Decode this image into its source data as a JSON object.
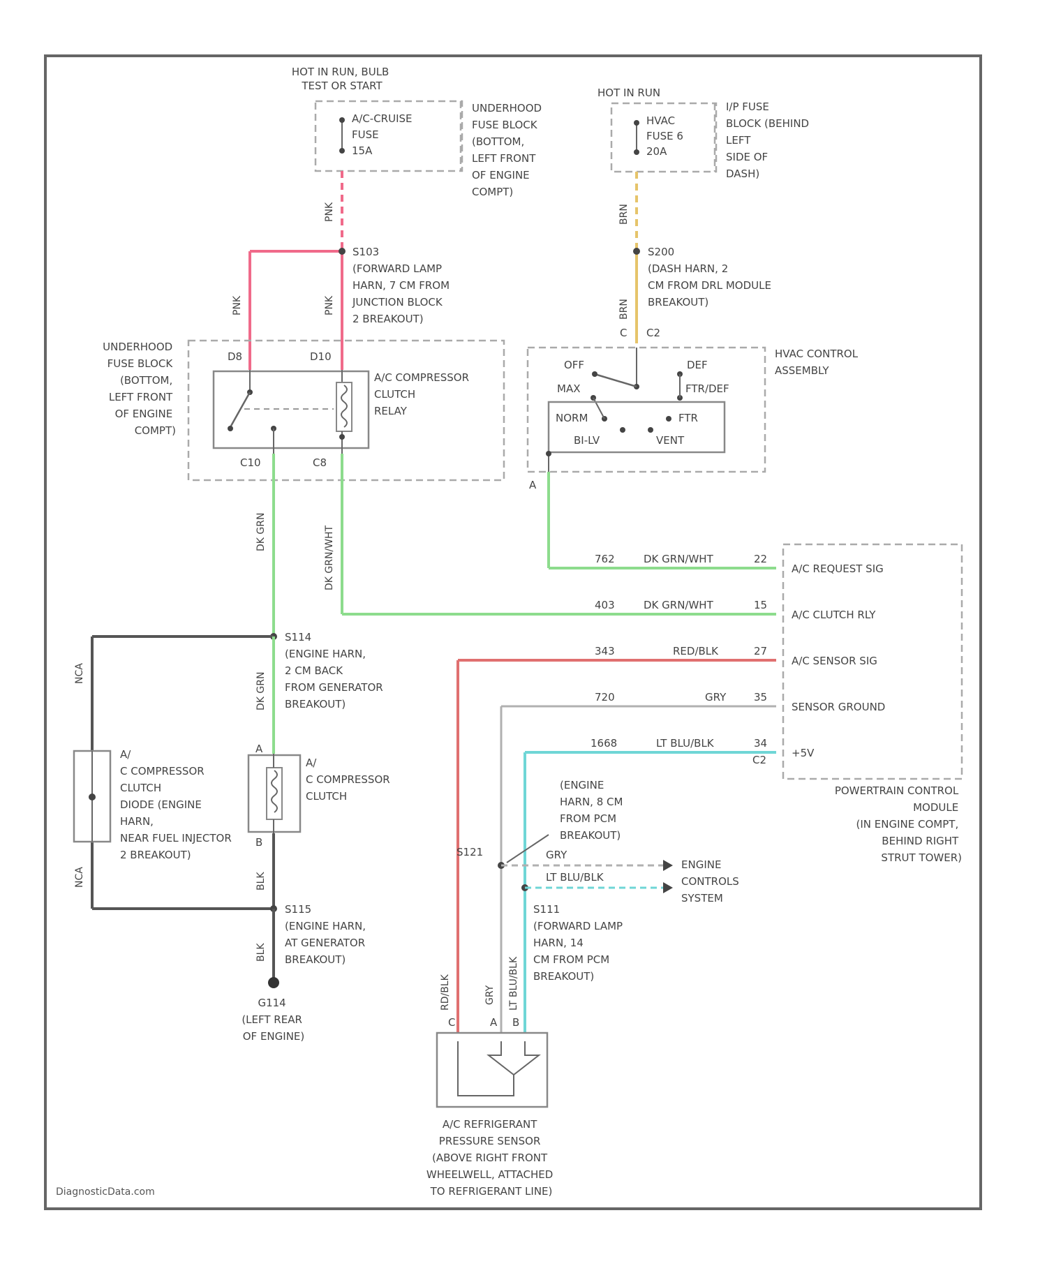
{
  "footer": "DiagnosticData.com",
  "power": {
    "left_header": [
      "HOT IN RUN, BULB",
      "TEST OR START"
    ],
    "left_fuse": [
      "A/C-CRUISE",
      "FUSE",
      "15A"
    ],
    "left_fuse_location": [
      "UNDERHOOD",
      "FUSE BLOCK",
      "(BOTTOM,",
      "LEFT FRONT",
      "OF ENGINE",
      "COMPT)"
    ],
    "right_header": "HOT IN RUN",
    "right_fuse": [
      "HVAC",
      "FUSE 6",
      "20A"
    ],
    "right_fuse_location": [
      "I/P FUSE",
      "BLOCK (BEHIND",
      "LEFT",
      "SIDE OF",
      "DASH)"
    ]
  },
  "splices": {
    "s103": [
      "S103",
      "(FORWARD LAMP",
      "HARN, 7 CM FROM",
      "JUNCTION BLOCK",
      "2 BREAKOUT)"
    ],
    "s200": [
      "S200",
      "(DASH HARN, 2",
      "CM FROM DRL MODULE",
      "BREAKOUT)"
    ],
    "s114": [
      "S114",
      "(ENGINE HARN,",
      "2 CM BACK",
      "FROM GENERATOR",
      "BREAKOUT)"
    ],
    "s115": [
      "S115",
      "(ENGINE HARN,",
      "AT GENERATOR",
      "BREAKOUT)"
    ],
    "s121": "S121",
    "s121_desc": [
      "(ENGINE",
      "HARN, 8 CM",
      "FROM PCM",
      "BREAKOUT)"
    ],
    "s111": [
      "S111",
      "(FORWARD LAMP",
      "HARN, 14",
      "CM FROM PCM",
      "BREAKOUT)"
    ]
  },
  "relay": {
    "location": [
      "UNDERHOOD",
      "FUSE BLOCK",
      "(BOTTOM,",
      "LEFT FRONT",
      "OF ENGINE",
      "COMPT)"
    ],
    "label": [
      "A/C COMPRESSOR",
      "CLUTCH",
      "RELAY"
    ],
    "pins": {
      "d8": "D8",
      "d10": "D10",
      "c10": "C10",
      "c8": "C8"
    }
  },
  "hvac": {
    "label": [
      "HVAC CONTROL",
      "ASSEMBLY"
    ],
    "modes": {
      "off": "OFF",
      "def": "DEF",
      "max": "MAX",
      "ftr_def": "FTR/DEF",
      "norm": "NORM",
      "ftr": "FTR",
      "bi_lv": "BI-LV",
      "vent": "VENT"
    },
    "connector": "C2",
    "pin_top": "C",
    "pin_bottom": "A"
  },
  "wires": {
    "pnk_1": "PNK",
    "pnk_2": "PNK",
    "pnk_3": "PNK",
    "brn_1": "BRN",
    "brn_2": "BRN",
    "dk_grn": "DK GRN",
    "dk_grn_2": "DK GRN",
    "dk_grn_wht": "DK GRN/WHT",
    "nca_1": "NCA",
    "nca_2": "NCA",
    "blk": "BLK",
    "blk_2": "BLK",
    "rd_blk": "RD/BLK",
    "gry": "GRY",
    "lt_blu_blk": "LT BLU/BLK"
  },
  "pcm": {
    "label": [
      "POWERTRAIN CONTROL",
      "MODULE",
      "(IN ENGINE COMPT,",
      "BEHIND RIGHT",
      "STRUT TOWER)"
    ],
    "connector": "C2",
    "rows": [
      {
        "circuit": "762",
        "color": "DK GRN/WHT",
        "pin": "22",
        "name": "A/C REQUEST SIG"
      },
      {
        "circuit": "403",
        "color": "DK GRN/WHT",
        "pin": "15",
        "name": "A/C CLUTCH RLY"
      },
      {
        "circuit": "343",
        "color": "RED/BLK",
        "pin": "27",
        "name": "A/C SENSOR SIG"
      },
      {
        "circuit": "720",
        "color": "GRY",
        "pin": "35",
        "name": "SENSOR GROUND"
      },
      {
        "circuit": "1668",
        "color": "LT BLU/BLK",
        "pin": "34",
        "name": "+5V"
      }
    ]
  },
  "clutch": {
    "diode": [
      "A/",
      "C COMPRESSOR",
      "CLUTCH",
      "DIODE (ENGINE",
      "HARN,",
      "NEAR FUEL INJECTOR",
      "2 BREAKOUT)"
    ],
    "coil": [
      "A/",
      "C COMPRESSOR",
      "CLUTCH"
    ],
    "pin_a": "A",
    "pin_b": "B"
  },
  "ground": [
    "G114",
    "(LEFT REAR",
    "OF ENGINE)"
  ],
  "ecs": {
    "gry": "GRY",
    "lt_blu_blk": "LT BLU/BLK",
    "label": [
      "ENGINE",
      "CONTROLS",
      "SYSTEM"
    ]
  },
  "sensor": {
    "label": [
      "A/C REFRIGERANT",
      "PRESSURE SENSOR",
      "(ABOVE RIGHT FRONT",
      "WHEELWELL, ATTACHED",
      "TO REFRIGERANT LINE)"
    ],
    "pins": {
      "c": "C",
      "a": "A",
      "b": "B"
    }
  },
  "colors": {
    "pink": "#f06a8a",
    "yellow": "#e6c46a",
    "green": "#8ddc8d",
    "red": "#e07070",
    "gray_wire": "#b0b0b0",
    "cyan": "#6fd6d6",
    "black_wire": "#555555",
    "border": "#666666"
  }
}
